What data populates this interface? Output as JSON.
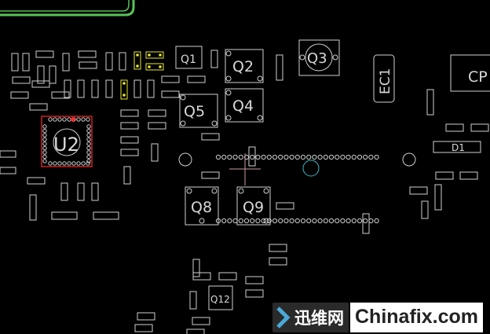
{
  "viewer": {
    "background": "#000000",
    "outline_color": "#d0d0d0",
    "highlight_color": "#d02020",
    "pin_selected_color": "#e6e62e"
  },
  "components": {
    "u2": "U2",
    "q1": "Q1",
    "q2": "Q2",
    "q3": "Q3",
    "q4": "Q4",
    "q5": "Q5",
    "q8": "Q8",
    "q9": "Q9",
    "q12": "Q12",
    "ec1": "EC1",
    "d1": "D1",
    "cp": "CP"
  },
  "watermark": {
    "cn": "迅维网",
    "en": "Chinafix.com"
  }
}
